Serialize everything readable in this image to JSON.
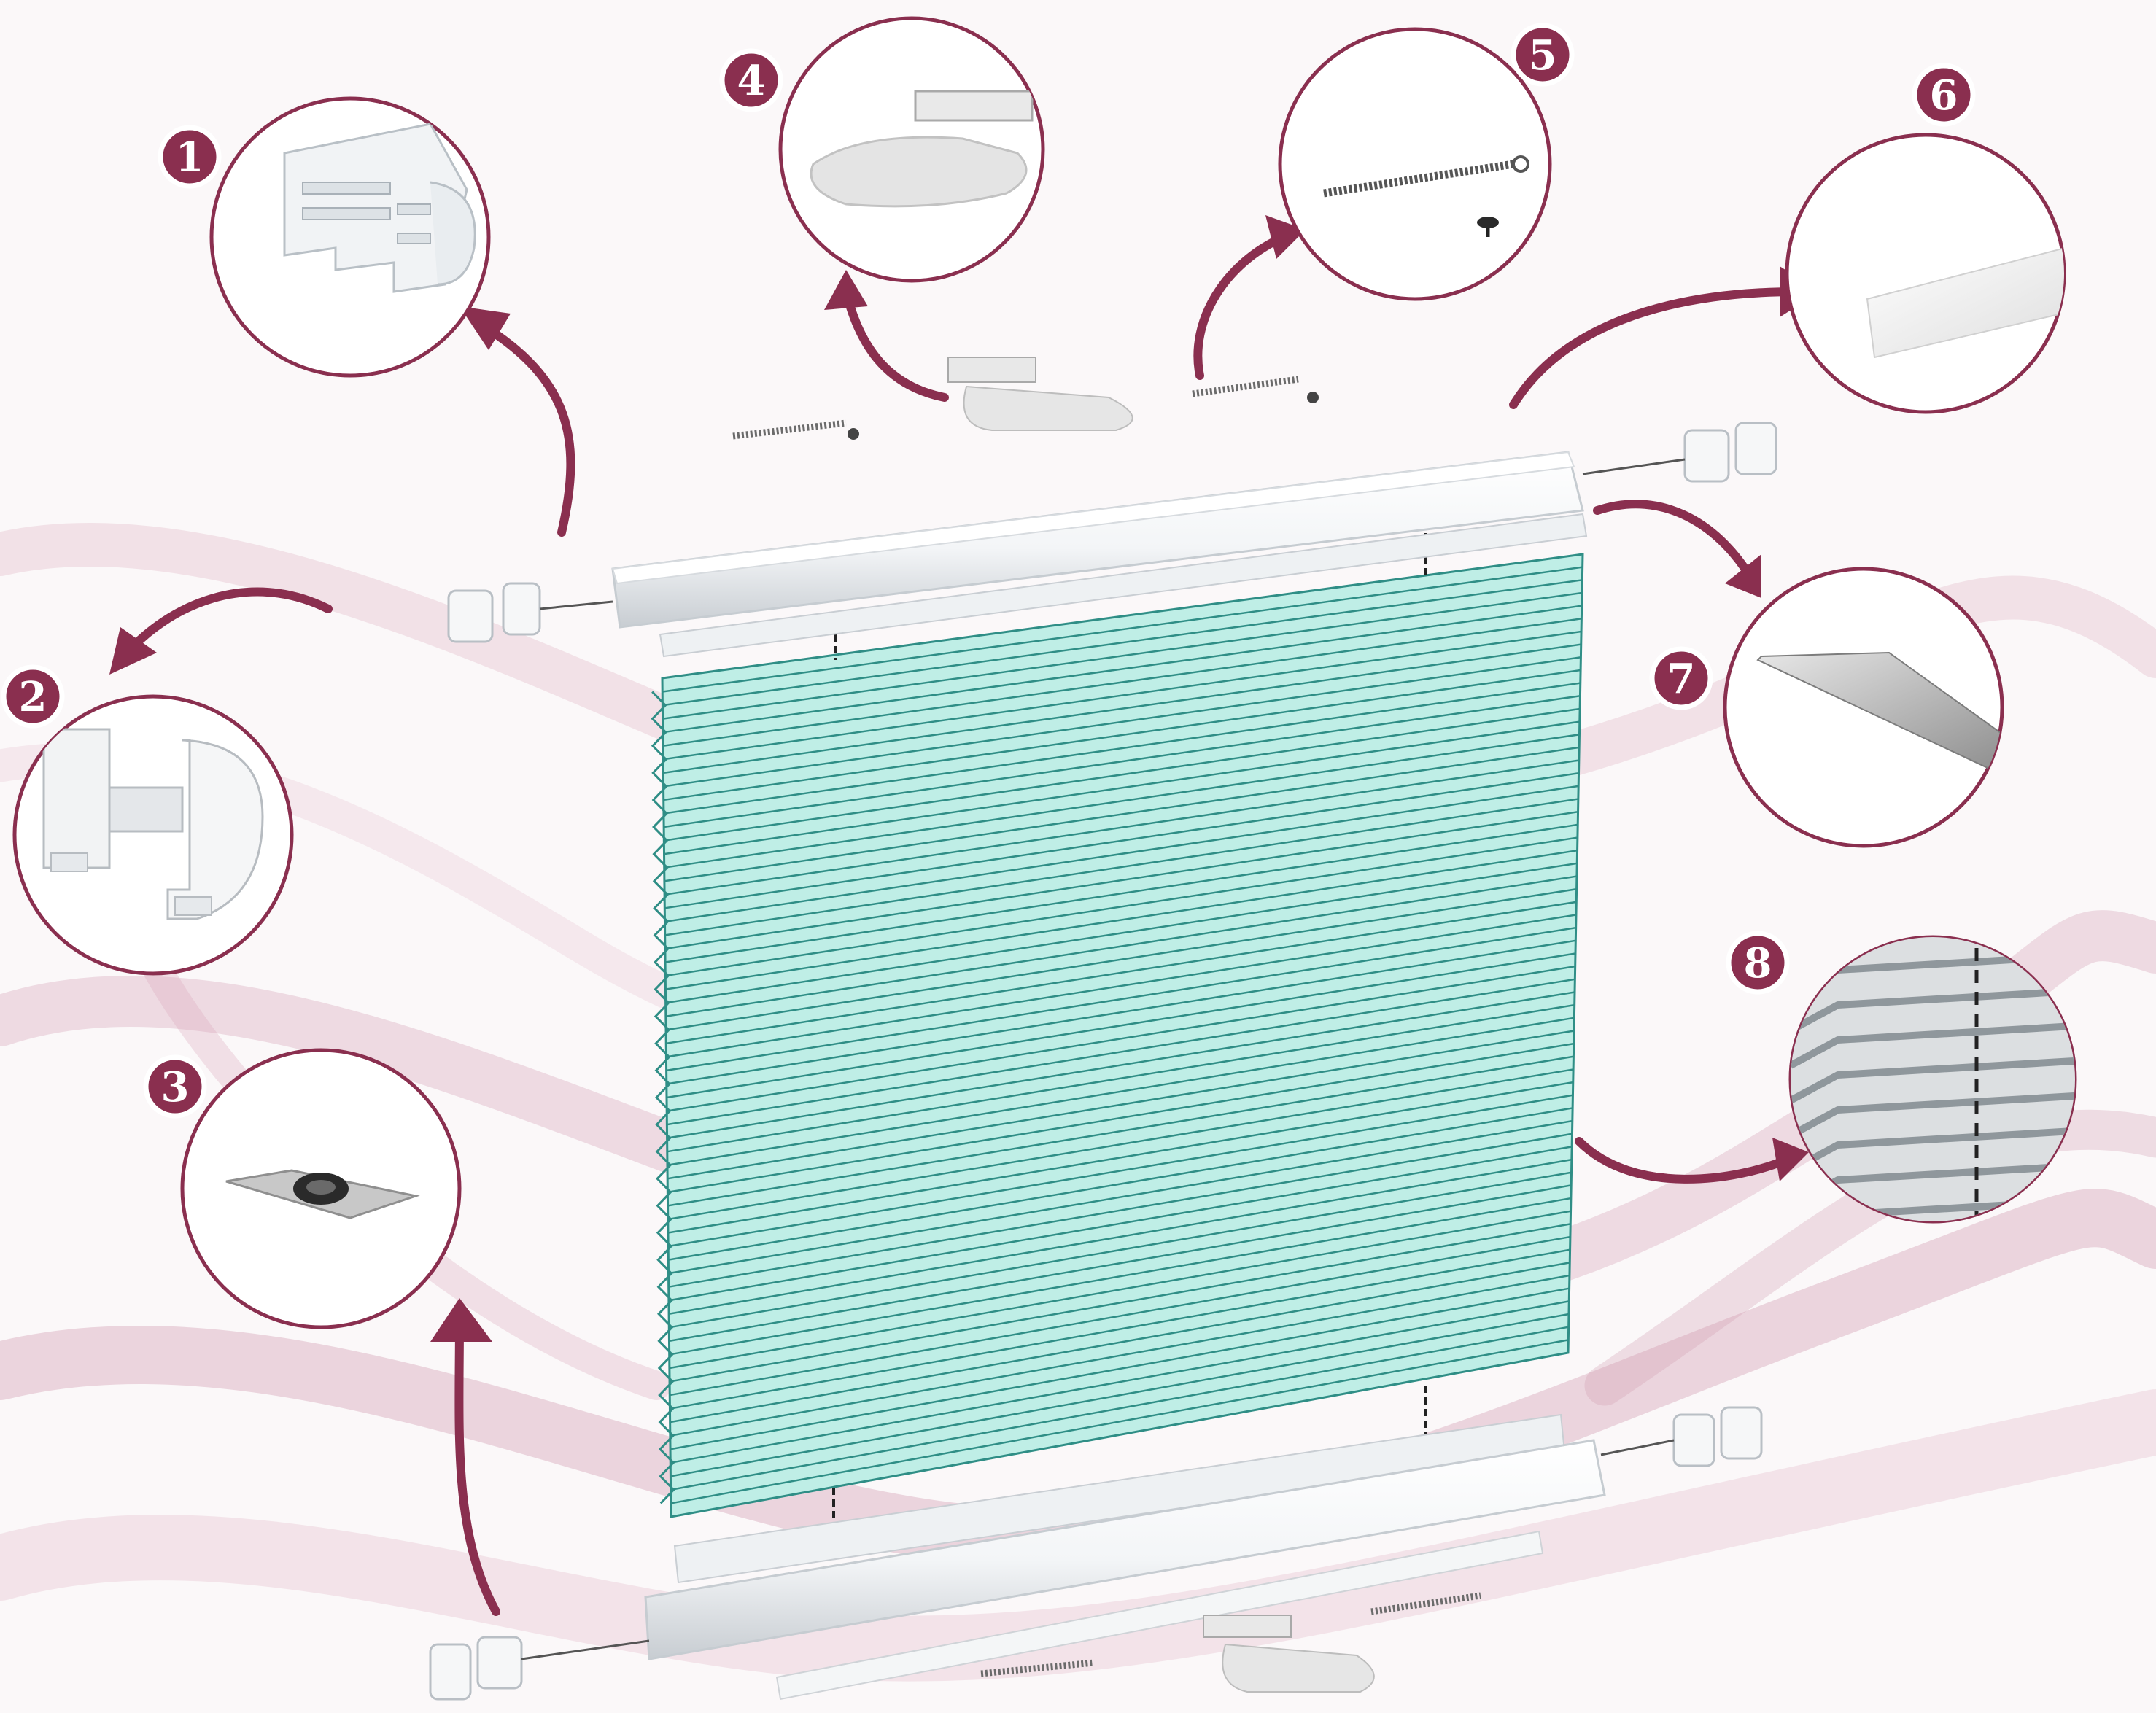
{
  "colors": {
    "accent": "#8a2f4f",
    "badge_fill": "#8a2f4f",
    "badge_stroke": "#ffffff",
    "fabric": "#bfeee6",
    "fabric_line": "#2f8e86",
    "rail": "#ffffff",
    "rail_shade": "#d9dde0",
    "background_wave": "#d8a2b6"
  },
  "callouts": [
    {
      "number": "1",
      "part": "rail-profile"
    },
    {
      "number": "2",
      "part": "end-cap"
    },
    {
      "number": "3",
      "part": "bottom-guide"
    },
    {
      "number": "4",
      "part": "clamp-bracket"
    },
    {
      "number": "5",
      "part": "tension-spring"
    },
    {
      "number": "6",
      "part": "white-strip"
    },
    {
      "number": "7",
      "part": "grey-strip"
    },
    {
      "number": "8",
      "part": "pleated-fabric"
    }
  ]
}
